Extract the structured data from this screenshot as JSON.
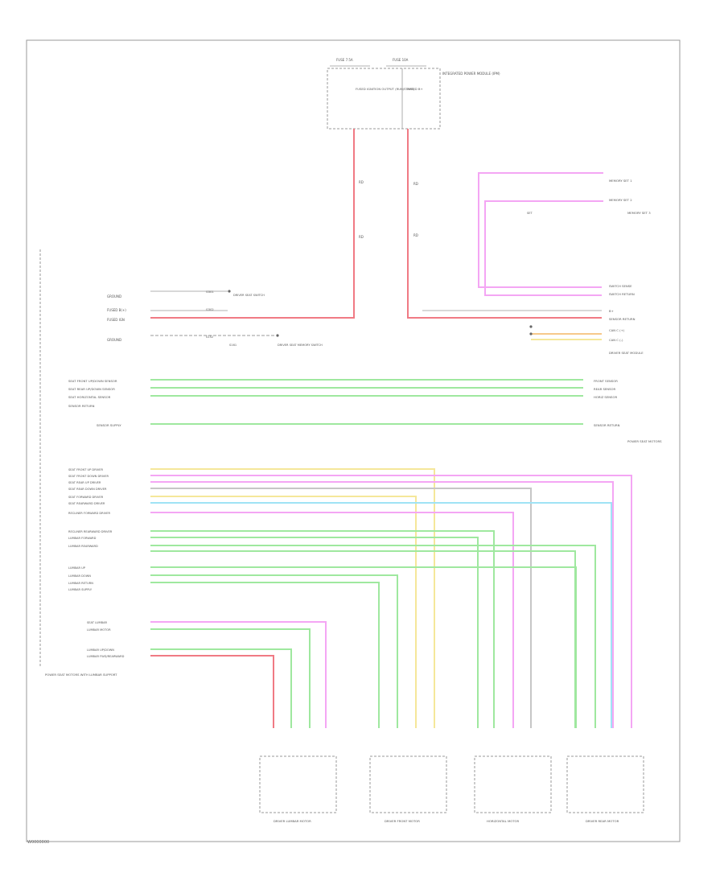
{
  "footer_code": "W0000000",
  "fuse_block": {
    "fuse_left": "FUSE 7.5A",
    "fuse_right": "FUSE 10A",
    "box_left_text": "FUSED IGNITION OUTPUT (RUN/START)",
    "box_right_text": "FUSED B+",
    "box_desc": "INTEGRATED POWER MODULE (IPM)"
  },
  "vertical_wire_labels": [
    "RD",
    "RD",
    "RD",
    "RD"
  ],
  "left_connector_labels": [
    "GROUND",
    "FUSED B(+)",
    "FUSED IGN",
    "GROUND"
  ],
  "left_splice_labels": [
    "G301",
    "G302",
    "S152",
    "S161"
  ],
  "driver_seat_switch_labels": [
    "DRIVER SEAT SWITCH",
    "DRIVER SEAT MEMORY SWITCH"
  ],
  "right_top_labels": [
    "MEMORY SET 1",
    "MEMORY SET 2",
    "MEMORY SET 3",
    "SET"
  ],
  "right_connector_labels": [
    "SWITCH SENSE",
    "SWITCH RETURN",
    "B+",
    "SENSOR RETURN",
    "CAN C (+)",
    "CAN C (-)"
  ],
  "right_module_label": "DRIVER SEAT MODULE",
  "sensor_rows": [
    "SEAT FRONT UP/DOWN SENSOR",
    "SEAT REAR UP/DOWN SENSOR",
    "SEAT HORIZONTAL SENSOR",
    "SENSOR RETURN",
    "SENSOR SUPPLY"
  ],
  "sensor_right_labels": [
    "FRONT SENSOR",
    "REAR SENSOR",
    "HORIZ SENSOR",
    "SENSOR RETURN"
  ],
  "sensor_right_module": "POWER SEAT MOTORS",
  "motor_rows": [
    "SEAT FRONT UP DRIVER",
    "SEAT FRONT DOWN DRIVER",
    "SEAT REAR UP DRIVER",
    "SEAT REAR DOWN DRIVER",
    "SEAT FORWARD DRIVER",
    "SEAT REARWARD DRIVER",
    "RECLINER FORWARD DRIVER",
    "RECLINER REARWARD DRIVER",
    "LUMBAR FORWARD",
    "LUMBAR REARWARD",
    "LUMBAR UP",
    "LUMBAR DOWN",
    "LUMBAR RETURN",
    "LUMBAR SUPPLY"
  ],
  "lumbar_rows": [
    "SEAT LUMBAR",
    "LUMBAR MOTOR",
    "LUMBAR UP/DOWN",
    "LUMBAR FWD/REARWARD"
  ],
  "bottom_left_note": "POWER SEAT MOTORS WITH LUMBAR SUPPORT",
  "bottom_modules": [
    "DRIVER LUMBAR MOTOR",
    "DRIVER FRONT MOTOR",
    "HORIZONTAL MOTOR",
    "DRIVER REAR MOTOR"
  ]
}
